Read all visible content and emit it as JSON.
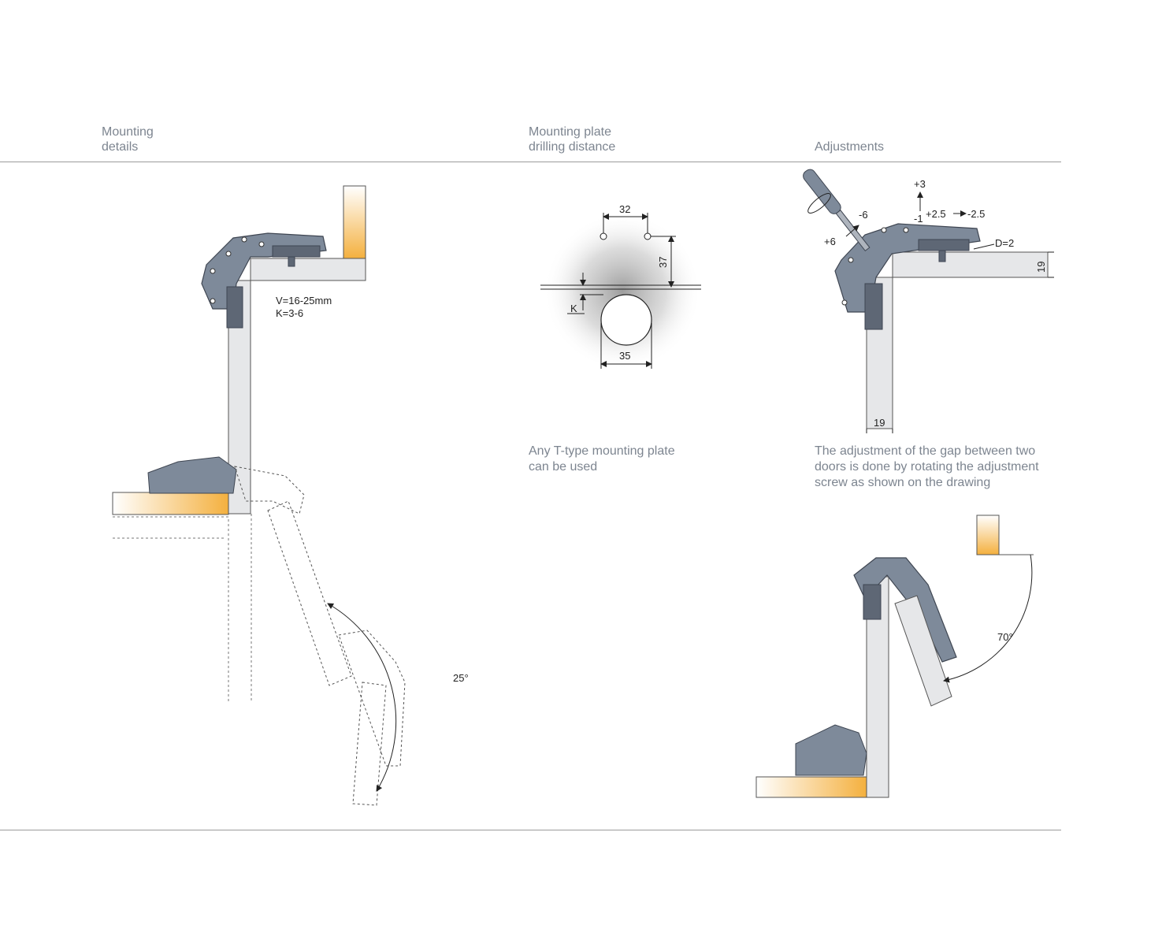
{
  "headers": {
    "mounting_details": [
      "Mounting",
      "details"
    ],
    "drilling_distance": [
      "Mounting plate",
      "drilling distance"
    ],
    "adjustments": [
      "Adjustments"
    ]
  },
  "notes": {
    "plate": [
      "Any T-type mounting plate",
      "can be used"
    ],
    "adjustment": [
      "The adjustment of the gap between two",
      "doors is done by rotating the adjustment",
      "screw as shown on the drawing"
    ]
  },
  "labels": {
    "overlay": "V=16-25mm",
    "k_range": "K=3-6",
    "angle_25": "25°",
    "dim_32": "32",
    "dim_37": "37",
    "dim_k": "K",
    "dim_35": "35",
    "adj_plus3": "+3",
    "adj_minus6": "-6",
    "adj_plus6": "+6",
    "adj_minus1": "-1",
    "adj_plus2_5": "+2.5",
    "adj_minus2_5": "-2.5",
    "d_2": "D=2",
    "dim_19_side": "19",
    "dim_19_bottom": "19",
    "angle_70": "70°"
  },
  "colors": {
    "hinge": "#7e8a9a",
    "hinge_dark": "#4b5563",
    "panel": "#e6e7e9",
    "wood": "#f4b03e",
    "text": "#7d8590"
  }
}
